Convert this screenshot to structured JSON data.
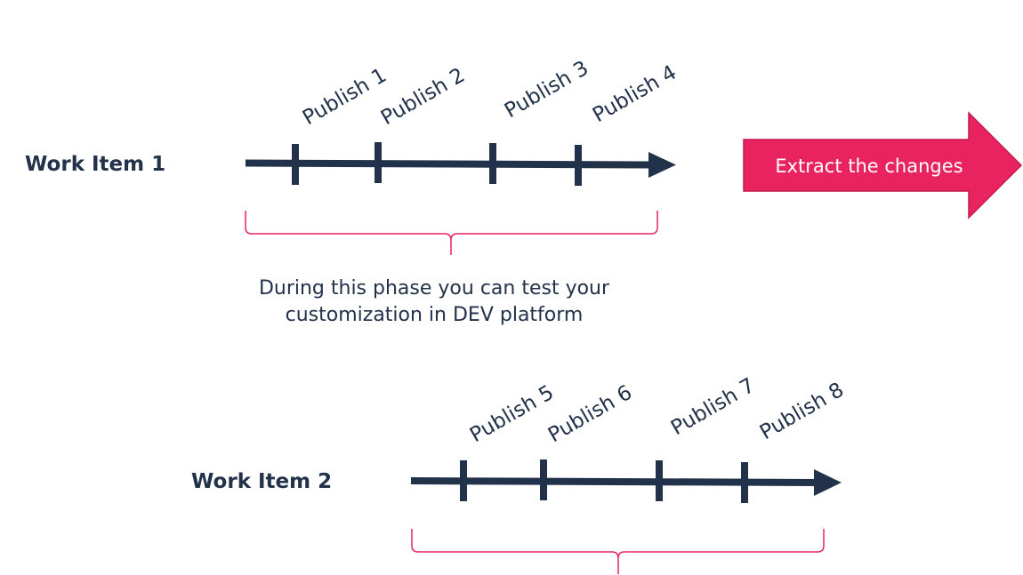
{
  "colors": {
    "dark": "#22324a",
    "accent": "#e8235f",
    "accent_border": "#c41a4f",
    "white": "#ffffff"
  },
  "work_item_1": {
    "label": "Work Item 1",
    "publishes": [
      "Publish 1",
      "Publish 2",
      "Publish 3",
      "Publish 4"
    ]
  },
  "work_item_2": {
    "label": "Work Item 2",
    "publishes": [
      "Publish 5",
      "Publish 6",
      "Publish 7",
      "Publish 8"
    ]
  },
  "phase_note": {
    "line1": "During this phase you can test your",
    "line2": "customization in DEV platform"
  },
  "extract_arrow": {
    "label": "Extract the changes"
  }
}
